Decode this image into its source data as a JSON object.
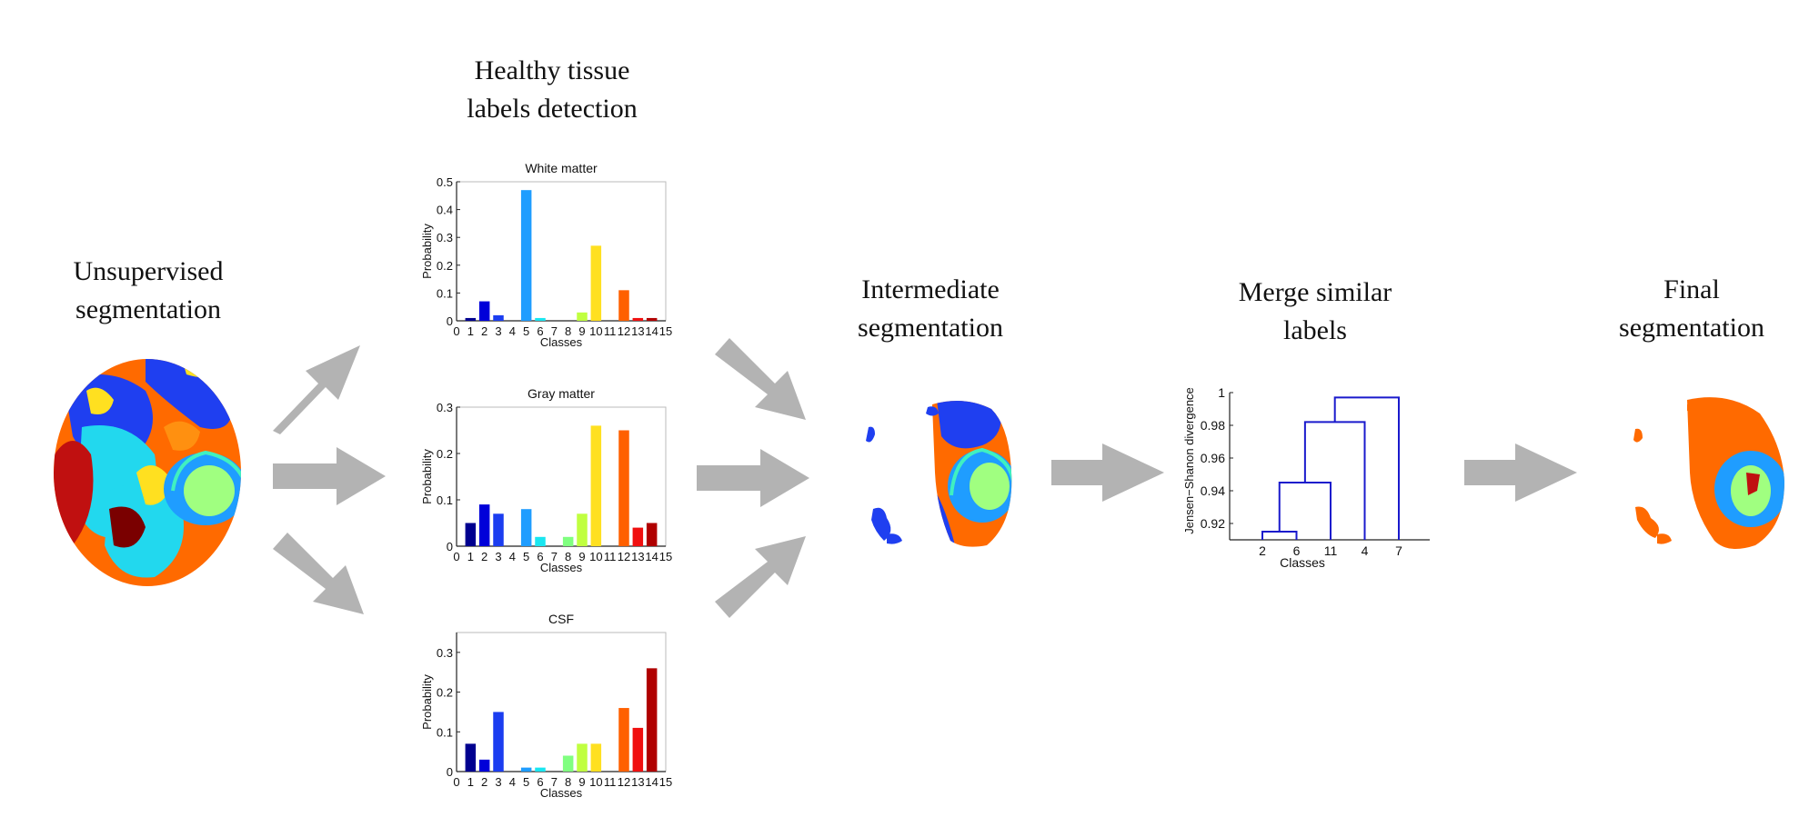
{
  "titles": {
    "unsupervised": [
      "Unsupervised",
      "segmentation"
    ],
    "healthy": [
      "Healthy tissue",
      "labels detection"
    ],
    "intermediate": [
      "Intermediate",
      "segmentation"
    ],
    "merge": [
      "Merge similar",
      "labels"
    ],
    "final": [
      "Final",
      "segmentation"
    ]
  },
  "colors": {
    "arrow": "#b3b3b3",
    "dendrogram": "#1a1acc",
    "axis": "#222222",
    "class_colors": [
      "#00008f",
      "#0000d9",
      "#1b3df0",
      "#1f6bff",
      "#1f9dff",
      "#19e6f0",
      "#40f0c0",
      "#80ff80",
      "#c0ff40",
      "#ffe020",
      "#ffa010",
      "#ff6000",
      "#f01010",
      "#b00000",
      "#800000"
    ]
  },
  "icons": {
    "arrows": [
      "arrow-icon",
      "arrow-icon",
      "arrow-icon",
      "arrow-icon",
      "arrow-icon",
      "arrow-icon",
      "arrow-icon",
      "arrow-icon"
    ]
  },
  "chart_data": [
    {
      "type": "bar",
      "title": "White matter",
      "xlabel": "Classes",
      "ylabel": "Probability",
      "categories": [
        "1",
        "2",
        "3",
        "4",
        "5",
        "6",
        "7",
        "8",
        "9",
        "10",
        "11",
        "12",
        "13",
        "14"
      ],
      "values": [
        0.01,
        0.07,
        0.02,
        0,
        0.47,
        0.01,
        0,
        0,
        0.03,
        0.27,
        0,
        0.11,
        0.01,
        0.01
      ],
      "xticks": [
        "0",
        "1",
        "2",
        "3",
        "4",
        "5",
        "6",
        "7",
        "8",
        "9",
        "10",
        "11",
        "12",
        "13",
        "14",
        "15"
      ],
      "yticks": [
        "0",
        "0.1",
        "0.2",
        "0.3",
        "0.4",
        "0.5"
      ],
      "ylim": [
        0,
        0.5
      ]
    },
    {
      "type": "bar",
      "title": "Gray matter",
      "xlabel": "Classes",
      "ylabel": "Probability",
      "categories": [
        "1",
        "2",
        "3",
        "4",
        "5",
        "6",
        "7",
        "8",
        "9",
        "10",
        "11",
        "12",
        "13",
        "14"
      ],
      "values": [
        0.05,
        0.09,
        0.07,
        0,
        0.08,
        0.02,
        0,
        0.02,
        0.07,
        0.26,
        0,
        0.25,
        0.04,
        0.05
      ],
      "xticks": [
        "0",
        "1",
        "2",
        "3",
        "4",
        "5",
        "6",
        "7",
        "8",
        "9",
        "10",
        "11",
        "12",
        "13",
        "14",
        "15"
      ],
      "yticks": [
        "0",
        "0.1",
        "0.2",
        "0.3"
      ],
      "ylim": [
        0,
        0.3
      ]
    },
    {
      "type": "bar",
      "title": "CSF",
      "xlabel": "Classes",
      "ylabel": "Probability",
      "categories": [
        "1",
        "2",
        "3",
        "4",
        "5",
        "6",
        "7",
        "8",
        "9",
        "10",
        "11",
        "12",
        "13",
        "14"
      ],
      "values": [
        0.07,
        0.03,
        0.15,
        0,
        0.01,
        0.01,
        0,
        0.04,
        0.07,
        0.07,
        0,
        0.16,
        0.11,
        0.26
      ],
      "xticks": [
        "0",
        "1",
        "2",
        "3",
        "4",
        "5",
        "6",
        "7",
        "8",
        "9",
        "10",
        "11",
        "12",
        "13",
        "14",
        "15"
      ],
      "yticks": [
        "0",
        "0.1",
        "0.2",
        "0.3"
      ],
      "ylim": [
        0,
        0.35
      ]
    },
    {
      "type": "dendrogram",
      "xlabel": "Classes",
      "ylabel": "Jensen−Shanon divergence",
      "leaves": [
        "2",
        "6",
        "11",
        "4",
        "7"
      ],
      "merges": [
        {
          "left": "2",
          "right": "6",
          "height": 0.915
        },
        {
          "left": "(2,6)",
          "right": "11",
          "height": 0.945
        },
        {
          "left": "(2,6,11)",
          "right": "4",
          "height": 0.982
        },
        {
          "left": "(2,6,11,4)",
          "right": "7",
          "height": 0.997
        }
      ],
      "yticks": [
        "0.92",
        "0.94",
        "0.96",
        "0.98",
        "1"
      ],
      "ylim": [
        0.91,
        1.0
      ]
    }
  ]
}
